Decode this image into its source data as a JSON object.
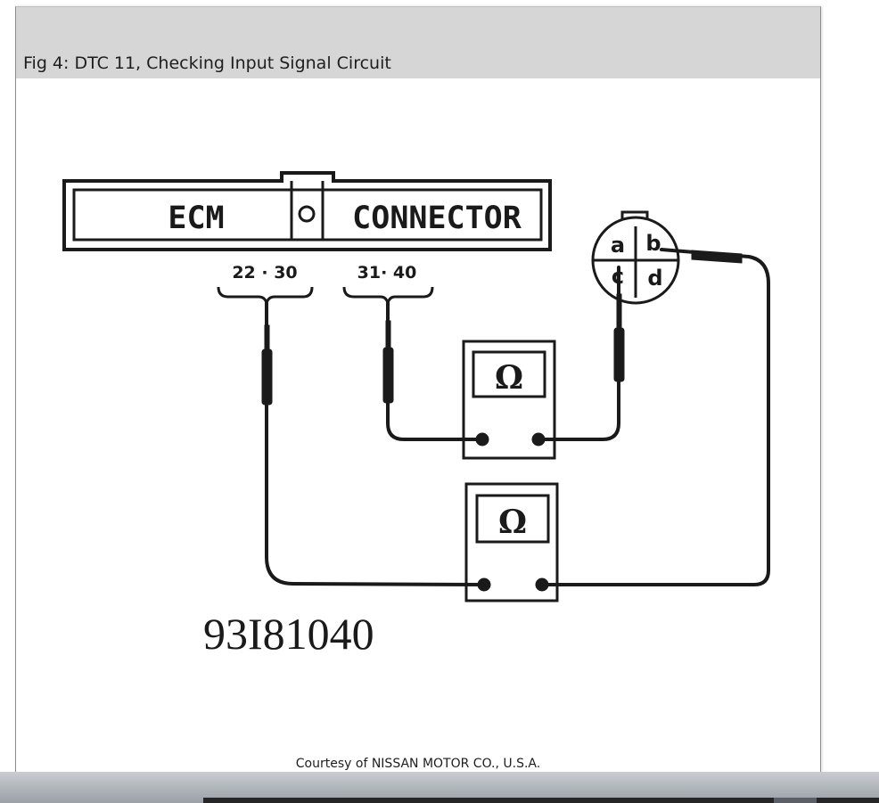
{
  "figure": {
    "title": "Fig 4: DTC 11, Checking Input Signal Circuit",
    "figure_code": "93I81040",
    "courtesy": "Courtesy of NISSAN MOTOR CO., U.S.A."
  },
  "connector": {
    "label_left": "ECM",
    "label_right": "CONNECTOR"
  },
  "pins": {
    "group_left": "22 · 30",
    "group_right": "31· 40"
  },
  "sensor_terminals": [
    "a",
    "b",
    "c",
    "d"
  ],
  "meters": [
    {
      "symbol": "Ω"
    },
    {
      "symbol": "Ω"
    }
  ]
}
